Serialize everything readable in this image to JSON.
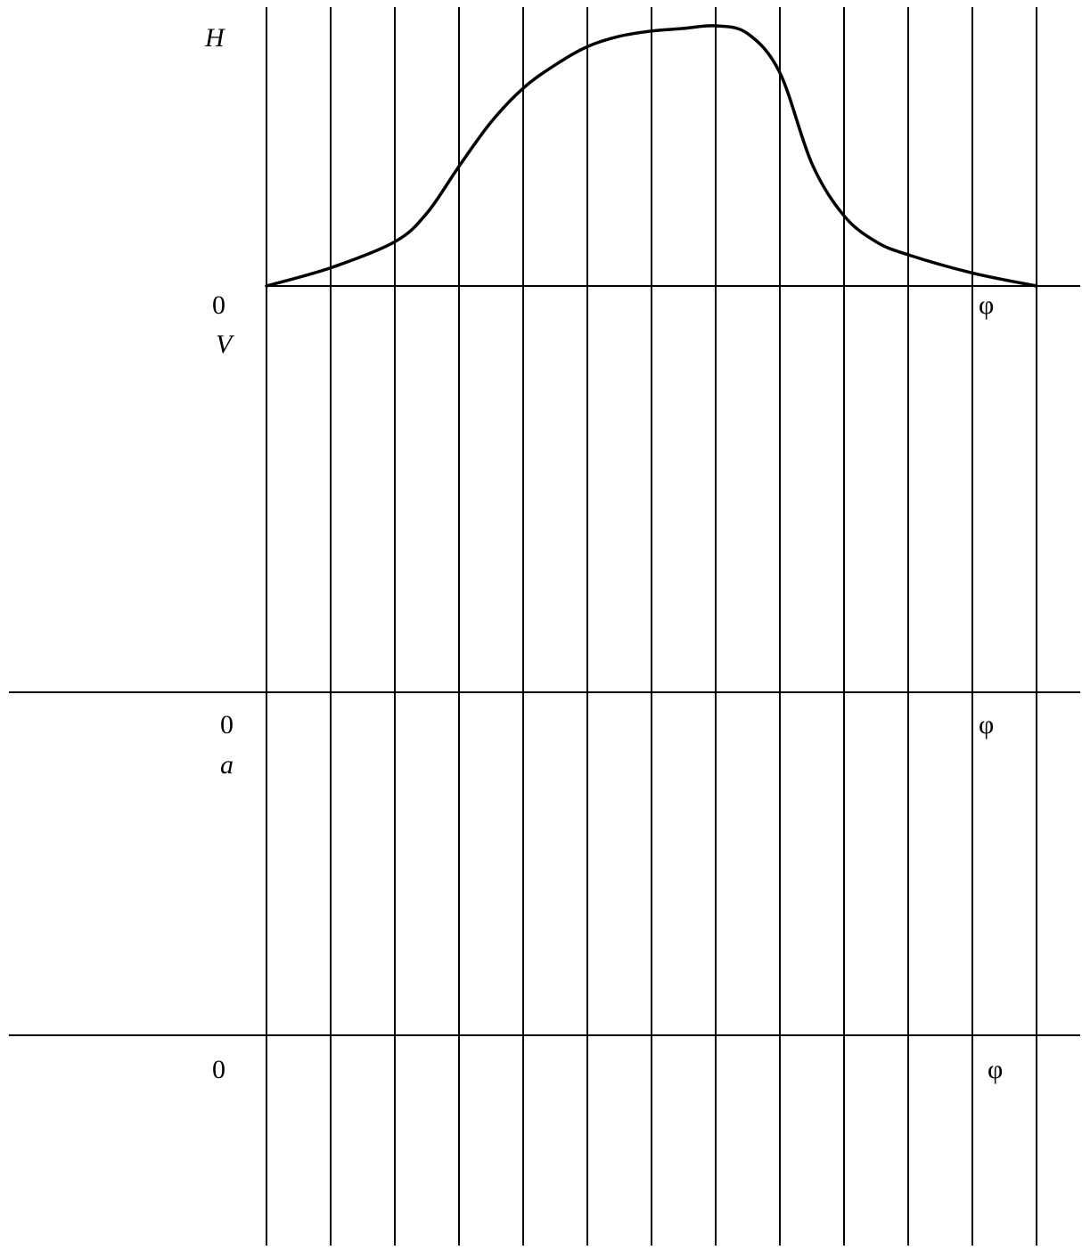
{
  "chart_data": {
    "type": "line",
    "panels": [
      {
        "ylabel": "H",
        "origin_label": "0",
        "xlabel": "φ",
        "series": [
          {
            "x": [
              0,
              1,
              2,
              2.5,
              3,
              3.5,
              4,
              4.5,
              5,
              5.5,
              6,
              6.5,
              7,
              7.5,
              8,
              8.5,
              9,
              9.5,
              10,
              11,
              12
            ],
            "y": [
              0,
              0.07,
              0.17,
              0.28,
              0.46,
              0.63,
              0.76,
              0.85,
              0.92,
              0.96,
              0.98,
              0.99,
              1.0,
              0.97,
              0.82,
              0.47,
              0.27,
              0.17,
              0.12,
              0.05,
              0
            ]
          }
        ]
      },
      {
        "ylabel": "V",
        "origin_label": "0",
        "xlabel": "φ",
        "series": []
      },
      {
        "ylabel": "a",
        "origin_label": "0",
        "xlabel": "φ",
        "series": []
      }
    ],
    "x_divisions": 12,
    "grid": "vertical",
    "line_color": "#000000"
  }
}
